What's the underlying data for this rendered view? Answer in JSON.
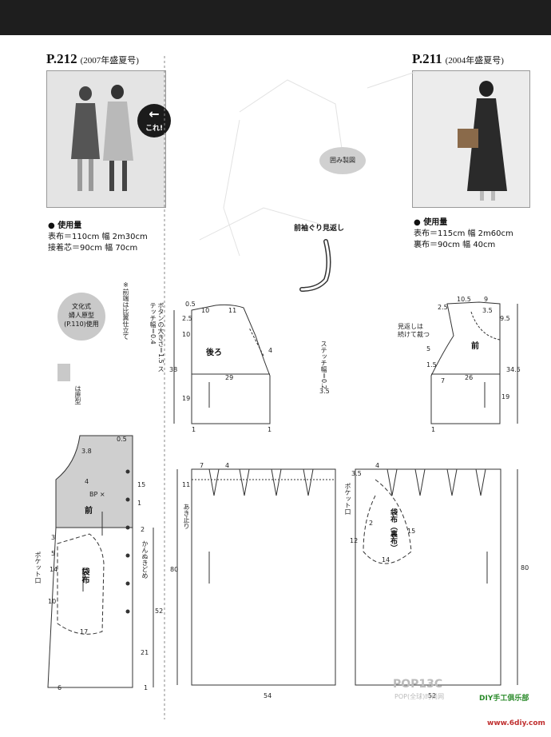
{
  "header": {
    "bar_color": "#1e1e1e"
  },
  "left": {
    "page_no": "P.212",
    "issue": "(2007年盛夏号)",
    "badge_text": "これ!",
    "materials_title": "● 使用量",
    "materials": [
      "表布＝110cm 幅 2m30cm",
      "接着芯＝90cm 幅 70cm"
    ],
    "style_note": [
      "文化式",
      "婦人原型",
      "(P.110)使用"
    ],
    "legend": "は原型",
    "notes": "ボタンの大きさ＝1.5\nステッチ幅＝0.4",
    "notes2": "※前端は比翼仕立て",
    "pieces": {
      "back": "後ろ",
      "front": "前",
      "pocket": "袋布",
      "pocket_mouth": "ポケット口",
      "bp": "BP ×",
      "fly": "かんぬきどめ"
    },
    "numbers": {
      "a": "0.5",
      "b": "2.5",
      "c": "10",
      "d": "11",
      "e": "4",
      "f": "10",
      "g": "29",
      "h": "38",
      "i": "19",
      "j": "1",
      "k": "1",
      "l": "3.8",
      "m": "0.5",
      "n": "4",
      "o": "15",
      "p": "1",
      "q": "3",
      "r": "5",
      "s": "14",
      "t": "10",
      "u": "17",
      "v": "52",
      "w": "21",
      "x": "6",
      "y": "1",
      "z": "2"
    }
  },
  "center": {
    "tag": "囲み製図",
    "facing": "前袖ぐり見返し",
    "stitch": "ステッチ幅＝0.2",
    "stitch2": "3.5",
    "skirt_back": {
      "n7": "7",
      "n4": "4",
      "n11": "11",
      "n80": "80",
      "n54": "54",
      "opening": "あき止り"
    },
    "skirt_front": {
      "n35": "3.5",
      "n4": "4",
      "n2": "2",
      "n12": "12",
      "n14": "14",
      "n15": "15",
      "n80": "80",
      "n52": "52",
      "pocket": "袋布（裏布）",
      "pocket_mouth": "ポケット口"
    }
  },
  "right": {
    "page_no": "P.211",
    "issue": "(2004年盛夏号)",
    "materials_title": "● 使用量",
    "materials": [
      "表布＝115cm 幅 2m60cm",
      "裏布＝90cm 幅 40cm"
    ],
    "front": "前",
    "note": "見返しは\n続けて裁つ",
    "numbers": {
      "a": "2.5",
      "b": "10.5",
      "c": "9",
      "d": "3.5",
      "e": "9.5",
      "f": "1.5",
      "g": "5",
      "h": "7",
      "i": "26",
      "j": "34.5",
      "k": "19",
      "l": "1"
    }
  },
  "watermark": {
    "text": "POP13C",
    "sub": "POP(全球)时尚网"
  },
  "logo": {
    "line1": "DIY手工俱乐部",
    "line2": "www.6diy.com"
  }
}
